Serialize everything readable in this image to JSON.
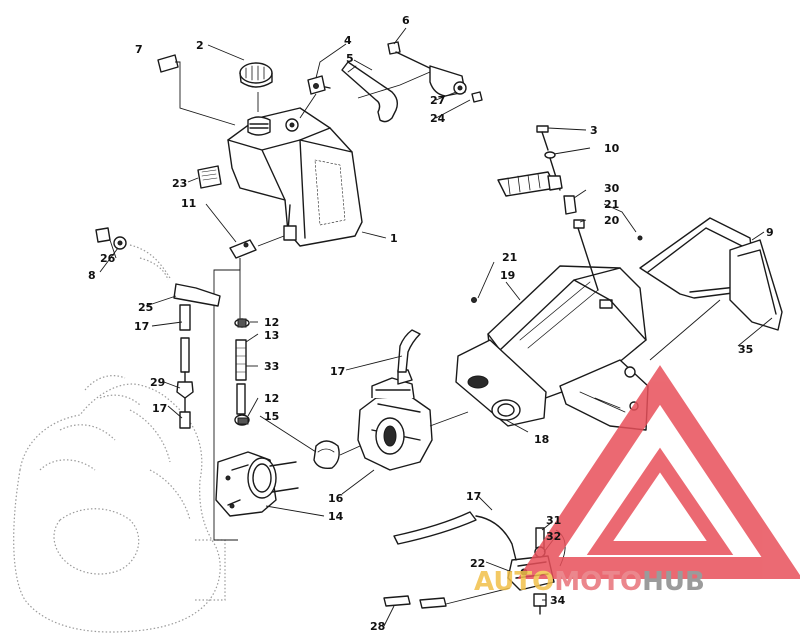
{
  "parts": [
    {
      "id": "1",
      "label": "1"
    },
    {
      "id": "2",
      "label": "2"
    },
    {
      "id": "3",
      "label": "3"
    },
    {
      "id": "4",
      "label": "4"
    },
    {
      "id": "5",
      "label": "5"
    },
    {
      "id": "6",
      "label": "6"
    },
    {
      "id": "7",
      "label": "7"
    },
    {
      "id": "8",
      "label": "8"
    },
    {
      "id": "9",
      "label": "9"
    },
    {
      "id": "10",
      "label": "10"
    },
    {
      "id": "11",
      "label": "11"
    },
    {
      "id": "12a",
      "label": "12"
    },
    {
      "id": "12b",
      "label": "12"
    },
    {
      "id": "13",
      "label": "13"
    },
    {
      "id": "14",
      "label": "14"
    },
    {
      "id": "15",
      "label": "15"
    },
    {
      "id": "16",
      "label": "16"
    },
    {
      "id": "17a",
      "label": "17"
    },
    {
      "id": "17b",
      "label": "17"
    },
    {
      "id": "17c",
      "label": "17"
    },
    {
      "id": "17d",
      "label": "17"
    },
    {
      "id": "18",
      "label": "18"
    },
    {
      "id": "19",
      "label": "19"
    },
    {
      "id": "20",
      "label": "20"
    },
    {
      "id": "21a",
      "label": "21"
    },
    {
      "id": "21b",
      "label": "21"
    },
    {
      "id": "22",
      "label": "22"
    },
    {
      "id": "23",
      "label": "23"
    },
    {
      "id": "24",
      "label": "24"
    },
    {
      "id": "25",
      "label": "25"
    },
    {
      "id": "26",
      "label": "26"
    },
    {
      "id": "27",
      "label": "27"
    },
    {
      "id": "28",
      "label": "28"
    },
    {
      "id": "29",
      "label": "29"
    },
    {
      "id": "30",
      "label": "30"
    },
    {
      "id": "31",
      "label": "31"
    },
    {
      "id": "32",
      "label": "32"
    },
    {
      "id": "33",
      "label": "33"
    },
    {
      "id": "34",
      "label": "34"
    },
    {
      "id": "35",
      "label": "35"
    }
  ],
  "watermark": {
    "part1": "AUTO",
    "part2": "MOTO",
    "part3": "HUB",
    "colors": {
      "auto": "#f2c04a",
      "moto": "#e8737a",
      "hub": "#8a8a8a",
      "triangle": "#e8505a"
    }
  }
}
